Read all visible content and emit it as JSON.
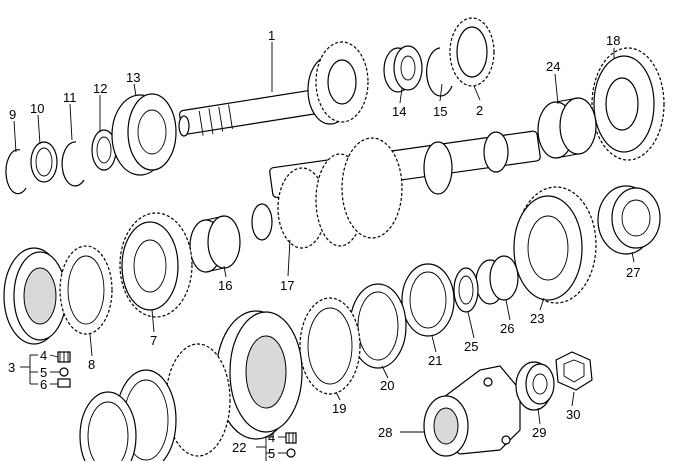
{
  "parts": {
    "p1": "1",
    "p2": "2",
    "p3": "3",
    "p4": "4",
    "p5": "5",
    "p6": "6",
    "p7": "7",
    "p8": "8",
    "p9": "9",
    "p10": "10",
    "p11": "11",
    "p12": "12",
    "p13": "13",
    "p14": "14",
    "p15": "15",
    "p16": "16",
    "p17": "17",
    "p18": "18",
    "p19": "19",
    "p20": "20",
    "p21": "21",
    "p22": "22",
    "p23": "23",
    "p24": "24",
    "p25": "25",
    "p26": "26",
    "p27": "27",
    "p28": "28",
    "p29": "29",
    "p30": "30",
    "p4b": "4",
    "p5b": "5"
  }
}
